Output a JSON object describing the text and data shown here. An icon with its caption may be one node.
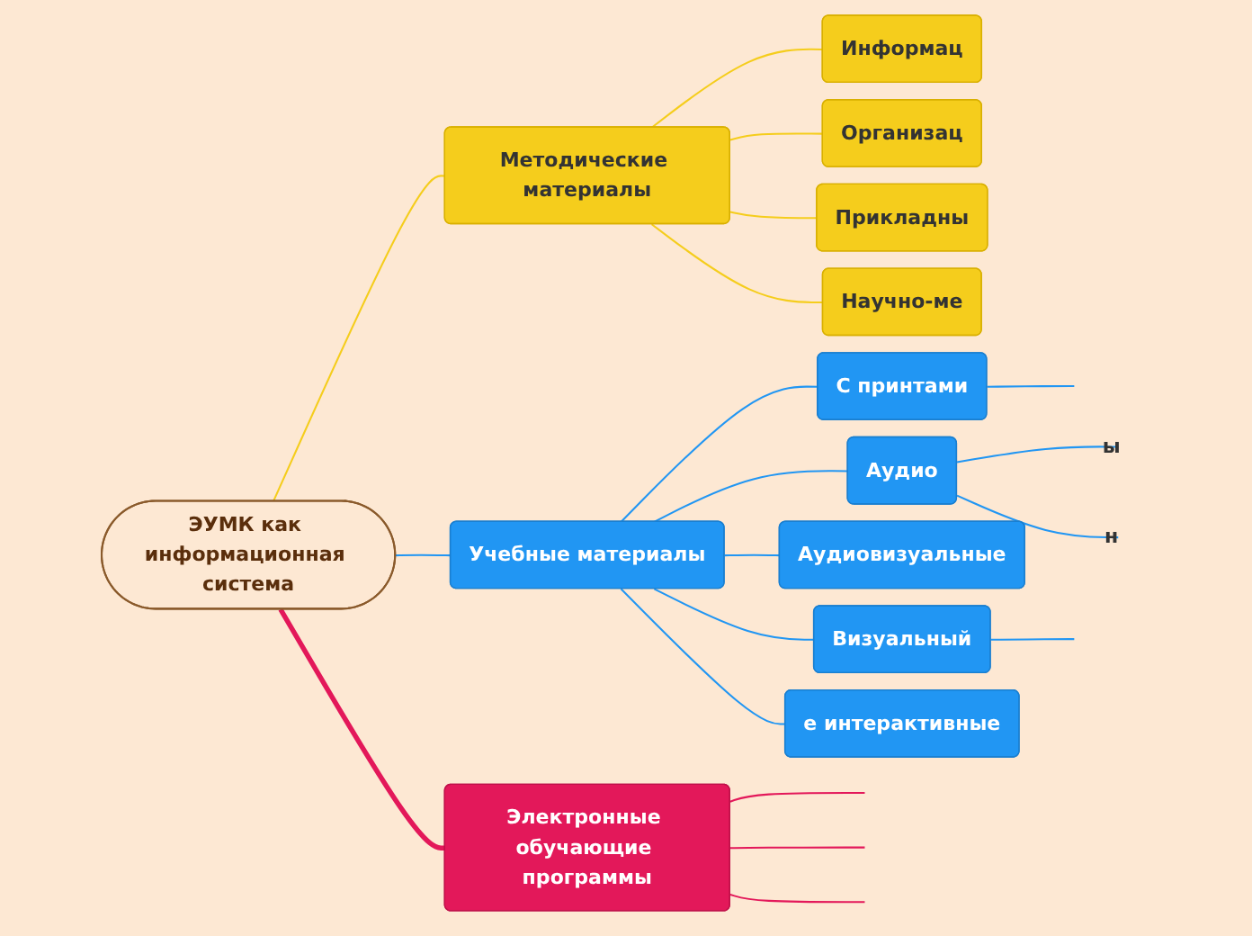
{
  "diagram": {
    "nodes": [
      {
        "text": [
          "ЭУМК как информационная система"
        ]
      },
      {
        "text": [
          "Методические материалы"
        ]
      },
      {
        "text": [
          "Информац"
        ]
      },
      {
        "text": [
          "Организац"
        ]
      },
      {
        "text": [
          "Прикладны"
        ]
      },
      {
        "text": [
          "Научно-ме"
        ]
      },
      {
        "text": [
          "Электронные обучающие программы"
        ]
      },
      {
        "text": [
          "Учебные материалы"
        ]
      },
      {
        "text": [
          "С принтами"
        ]
      },
      {
        "text": [
          "Аудио"
        ]
      },
      {
        "text": [
          "ы"
        ]
      },
      {
        "text": [
          "н"
        ]
      },
      {
        "text": [
          "Аудиовизуальные"
        ]
      },
      {
        "text": [
          "Визуальный"
        ]
      },
      {
        "text": [
          "е интерактивные"
        ]
      }
    ],
    "edges": [
      {
        "from": 0,
        "to": 1,
        "arrow": "none",
        "color": "#f5cd1c"
      },
      {
        "from": 1,
        "to": 2,
        "arrow": "none",
        "color": "#f5cd1c"
      },
      {
        "from": 1,
        "to": 3,
        "arrow": "none",
        "color": "#f5cd1c"
      },
      {
        "from": 1,
        "to": 4,
        "arrow": "none",
        "color": "#f5cd1c"
      },
      {
        "from": 1,
        "to": 5,
        "arrow": "none",
        "color": "#f5cd1c"
      },
      {
        "from": 0,
        "to": 6,
        "arrow": "none",
        "style": "thick",
        "color": "#e3185a"
      },
      {
        "from": 6,
        "to": null,
        "arrow": "none",
        "color": "#e3185a"
      },
      {
        "from": 6,
        "to": null,
        "arrow": "none",
        "color": "#e3185a"
      },
      {
        "from": 6,
        "to": null,
        "arrow": "none",
        "color": "#e3185a"
      },
      {
        "from": 0,
        "to": 7,
        "arrow": "none"
      },
      {
        "from": 7,
        "to": 8,
        "arrow": "none"
      },
      {
        "from": 7,
        "to": 9,
        "arrow": "none"
      },
      {
        "from": 7,
        "to": 12,
        "arrow": "none"
      },
      {
        "from": 7,
        "to": 13,
        "arrow": "none"
      },
      {
        "from": 7,
        "to": 14,
        "arrow": "none"
      },
      {
        "from": 8,
        "to": null,
        "arrow": "none"
      },
      {
        "from": 9,
        "to": 10,
        "arrow": "none"
      },
      {
        "from": 9,
        "to": 11,
        "arrow": "none"
      },
      {
        "from": 13,
        "to": null,
        "arrow": "none"
      }
    ]
  }
}
